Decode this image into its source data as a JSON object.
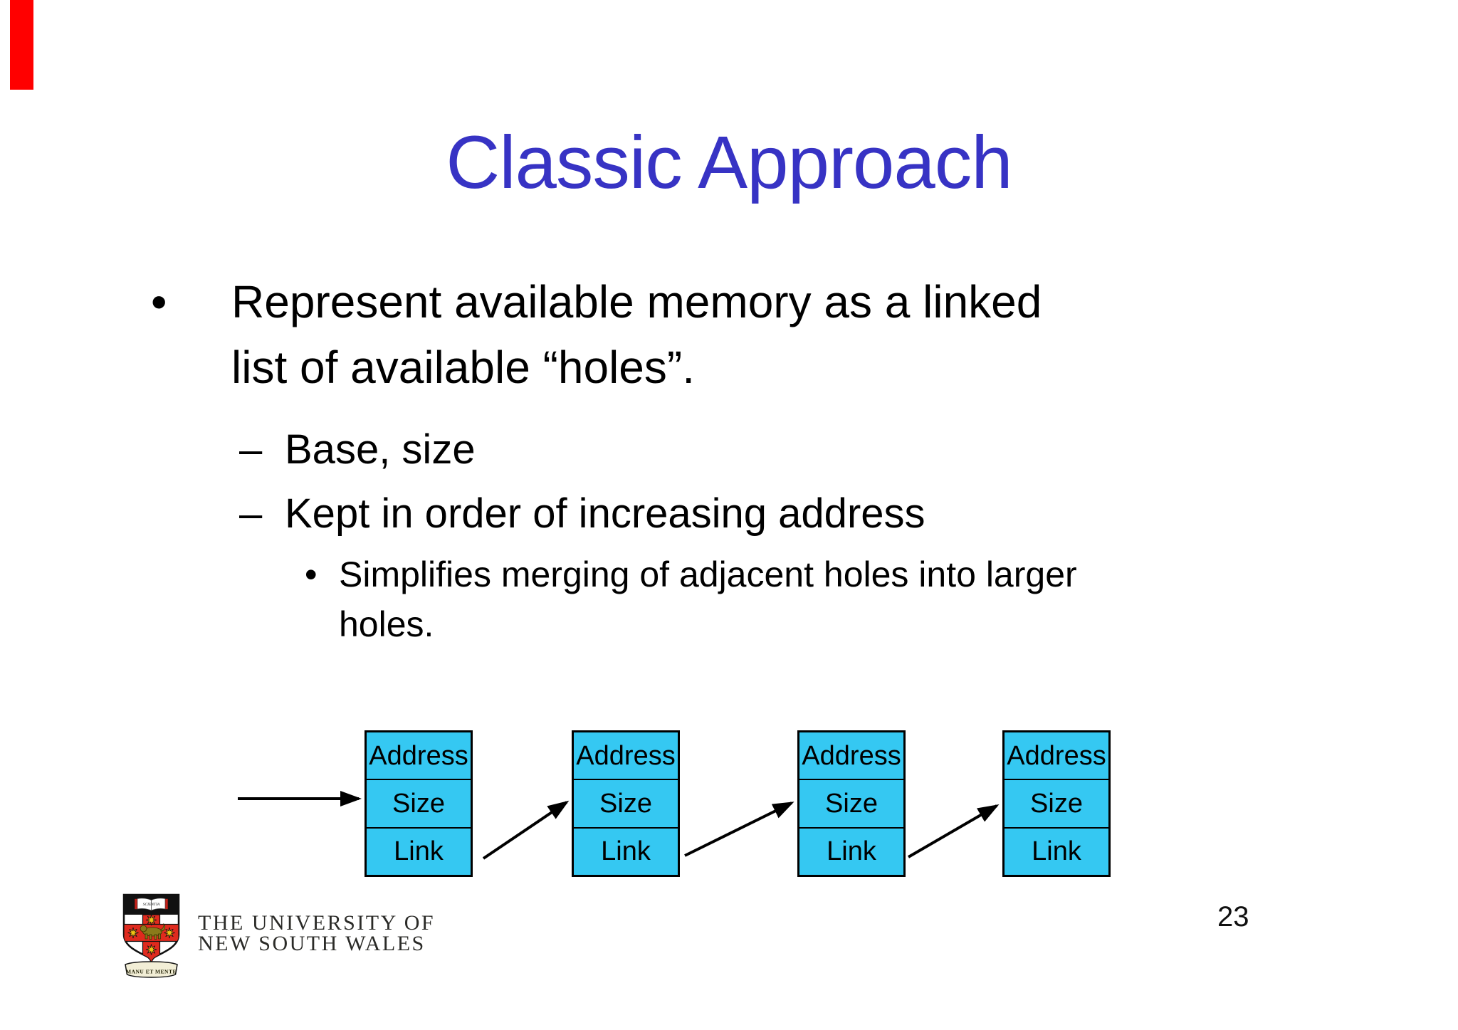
{
  "slide": {
    "title": "Classic Approach",
    "page_number": "23"
  },
  "bullets": [
    {
      "level": 1,
      "marker": "•",
      "lines": [
        "Represent available memory as a linked",
        "list of available “holes”."
      ]
    },
    {
      "level": 2,
      "marker": "–",
      "lines": [
        "Base, size"
      ]
    },
    {
      "level": 2,
      "marker": "–",
      "lines": [
        "Kept in order of increasing address"
      ]
    },
    {
      "level": 3,
      "marker": "•",
      "lines": [
        "Simplifies merging of adjacent holes into larger",
        "holes."
      ]
    }
  ],
  "diagram": {
    "description": "linked list of free memory holes",
    "node_fill": "#35c8f2",
    "node_border": "#000000",
    "nodes": [
      {
        "cells": [
          "Address",
          "Size",
          "Link"
        ]
      },
      {
        "cells": [
          "Address",
          "Size",
          "Link"
        ]
      },
      {
        "cells": [
          "Address",
          "Size",
          "Link"
        ]
      },
      {
        "cells": [
          "Address",
          "Size",
          "Link"
        ]
      }
    ]
  },
  "footer": {
    "logo_text_line1": "THE UNIVERSITY OF",
    "logo_text_line2": "NEW SOUTH WALES",
    "crest_motto": "MANU ET MENTE",
    "crest_book_text": "SCIENTIA"
  },
  "colors": {
    "title_blue": "#3733c4",
    "node_cyan": "#35c8f2",
    "red_bar": "#ff0000",
    "crest_red": "#e02a1e",
    "crest_gold": "#f0c213"
  }
}
